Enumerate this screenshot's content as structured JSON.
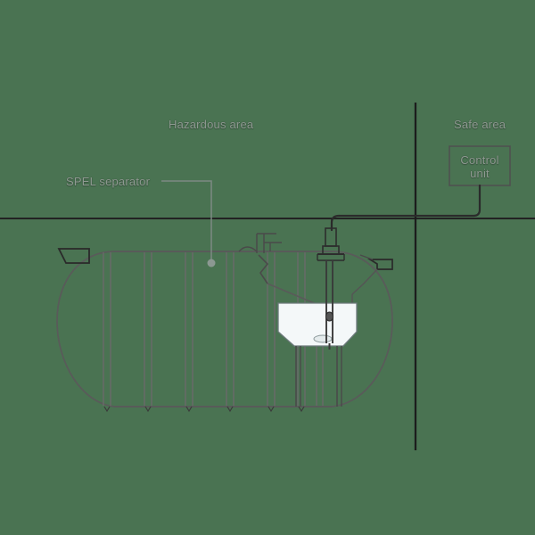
{
  "figure": {
    "type": "technical-diagram",
    "subject": "SPEL separator with oil level probe and control unit",
    "background_color": "#4a7352",
    "line_color": "#2e2e2e",
    "label_color": "#8e9a91",
    "fill_color": "#f3f7f8"
  },
  "labels": {
    "hazardous_area": "Hazardous area",
    "spel_separator": "SPEL separator",
    "safe_area": "Safe area",
    "control_unit": "Control unit"
  },
  "components": {
    "ground_line": "ground-level-line",
    "zone_divider": "hazardous-safe-zone-divider",
    "tank": "cylindrical-separator-tank",
    "probe": "oil-level-probe",
    "coalescer": "coalescer-plate-pack",
    "signal_cable": "probe-to-control-unit-cable",
    "inlet_fitting": "tank-inlet-fitting",
    "outlet_fitting": "tank-outlet-fitting",
    "riser_access": "access-riser",
    "leader_line": "spel-separator-leader-line"
  }
}
